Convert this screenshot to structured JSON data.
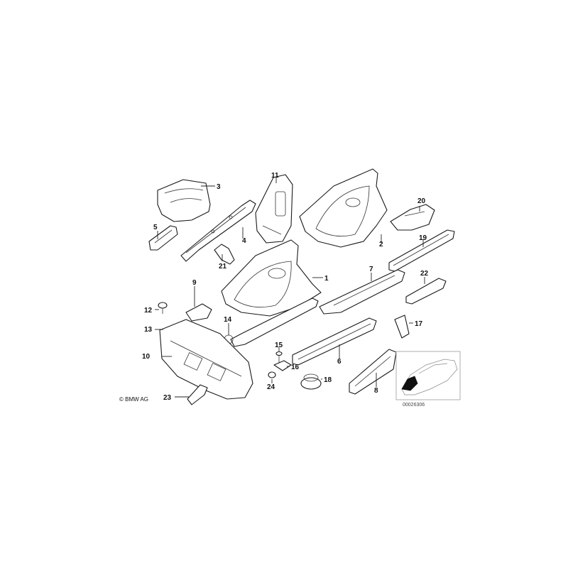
{
  "callouts": {
    "c1": "1",
    "c2": "2",
    "c3": "3",
    "c4": "4",
    "c5": "5",
    "c6": "6",
    "c7": "7",
    "c8": "8",
    "c9": "9",
    "c10": "10",
    "c11": "11",
    "c12": "12",
    "c13": "13",
    "c14": "14",
    "c15": "15",
    "c16": "16",
    "c17": "17",
    "c18": "18",
    "c19": "19",
    "c20": "20",
    "c21": "21",
    "c22": "22",
    "c23": "23",
    "c24": "24"
  },
  "copyright": "© BMW AG",
  "diagram_ref": "00026306",
  "colors": {
    "line": "#1a1a1a",
    "inset_highlight": "#111111"
  },
  "icons": {
    "locator_inset": "car-silhouette-icon"
  }
}
